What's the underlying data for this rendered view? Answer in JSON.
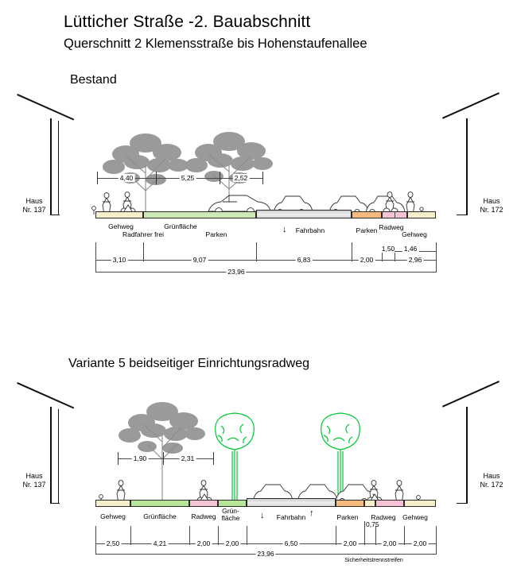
{
  "header": {
    "title": "Lütticher Straße -2. Bauabschnitt",
    "subtitle": "Querschnitt 2 Klemensstraße bis Hohenstaufenallee"
  },
  "sections": [
    {
      "id": "bestand",
      "heading": "Bestand",
      "house_left": {
        "line1": "Haus",
        "line2": "Nr. 137"
      },
      "house_right": {
        "line1": "Haus",
        "line2": "Nr. 172"
      },
      "upper_dims": [
        "4,40",
        "5,25",
        "2,52"
      ],
      "strip_labels": [
        {
          "text": "Gehweg"
        },
        {
          "text": "Radfahrer frei"
        },
        {
          "text": "Grünfläche"
        },
        {
          "text": "Parken"
        },
        {
          "text": "Fahrbahn"
        },
        {
          "text": "Parken"
        },
        {
          "text": "Radweg"
        },
        {
          "text": "Gehweg"
        }
      ],
      "lower_dims": [
        "3,10",
        "9,07",
        "6,83",
        "2,00",
        "1,50",
        "1,46",
        "2,96"
      ],
      "total": "23,96"
    },
    {
      "id": "variante5",
      "heading": "Variante 5 beidseitiger Einrichtungsradweg",
      "house_left": {
        "line1": "Haus",
        "line2": "Nr. 137"
      },
      "house_right": {
        "line1": "Haus",
        "line2": "Nr. 172"
      },
      "upper_dims": [
        "1,90",
        "2,31"
      ],
      "strip_labels": [
        {
          "text": "Gehweg"
        },
        {
          "text": "Grünfläche"
        },
        {
          "text": "Radweg"
        },
        {
          "text": "Grün-"
        },
        {
          "text": "fläche"
        },
        {
          "text": "Fahrbahn"
        },
        {
          "text": "Parken"
        },
        {
          "text": "Radweg"
        },
        {
          "text": "Gehweg"
        }
      ],
      "lower_dims": [
        "2,50",
        "4,21",
        "2,00",
        "2,00",
        "6,50",
        "2,00",
        "2,00",
        "2,00"
      ],
      "extra_dim": "0,75",
      "note": "Sicherheitstrennstreifen",
      "total": "23,96"
    }
  ],
  "colors": {
    "sidewalk": "#f6eecb",
    "green": "#b7e59a",
    "green_existing": "#cfe9b4",
    "bike": "#f6c3d6",
    "parking": "#f6b97e",
    "road": "#d8d8d8",
    "tree_existing": "#8a8a8a",
    "tree_new": "#00c832"
  }
}
